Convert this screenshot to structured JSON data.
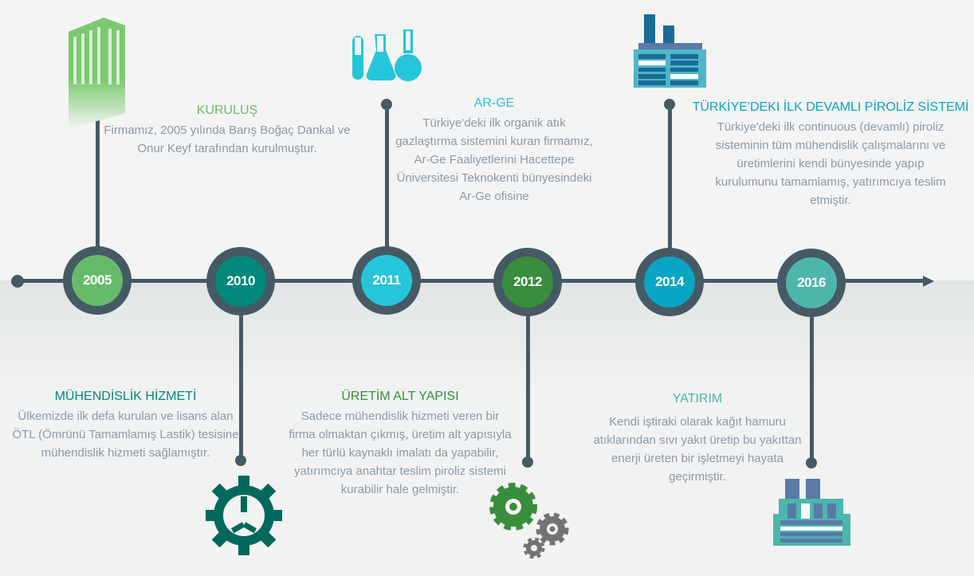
{
  "milestones": [
    {
      "year": "2005",
      "color": "#66bb6a",
      "title": "KURULUŞ",
      "title_color": "#66bb6a",
      "text": "Firmamız, 2005 yılında Barış Boğaç Dankal ve Onur Keyf tarafından kurulmuştur.",
      "icon": "building-icon"
    },
    {
      "year": "2010",
      "color": "#00897b",
      "title": "MÜHENDİSLİK HİZMETİ",
      "title_color": "#00897b",
      "text": "Ülkemizde ilk defa kurulan ve lisans alan ÖTL (Ömrünü Tamamlamış Lastik) tesisine mühendislik hizmeti sağlamıştır.",
      "icon": "gear-wrench-icon"
    },
    {
      "year": "2011",
      "color": "#26c6da",
      "title": "AR-GE",
      "title_color": "#26c6da",
      "text": "Türkiye'deki ilk organik atık gazlaştırma sistemini kuran firmamız, Ar-Ge Faaliyetlerini Hacettepe Üniversitesi Teknokenti bünyesindeki Ar-Ge ofisine",
      "icon": "lab-flasks-icon"
    },
    {
      "year": "2012",
      "color": "#388e3c",
      "title": "ÜRETİM ALT YAPISI",
      "title_color": "#388e3c",
      "text": "Sadece mühendislik hizmeti veren bir firma olmaktan çıkmış, üretim alt yapısıyla her türlü kaynaklı imalatı da yapabilir, yatırımcıya anahtar teslim piroliz sistemi kurabilir hale gelmiştir.",
      "icon": "gears-icon"
    },
    {
      "year": "2014",
      "color": "#0aa5c4",
      "title": "TÜRKİYE'DEKI İLK DEVAMLI PİROLİZ SİSTEMİ",
      "title_color": "#0aa5c4",
      "text": "Türkiye'deki ilk continuous (devamlı) piroliz sisteminin tüm mühendislik çalışmalarını ve üretimlerini kendi bünyesinde yapıp kurulumunu tamamlamış, yatırımcıya teslim etmiştir.",
      "icon": "factory-icon"
    },
    {
      "year": "2016",
      "color": "#4db6ac",
      "title": "YATIRIM",
      "title_color": "#4db6ac",
      "text": "Kendi iştiraki olarak kağıt hamuru atıklarından sıvı yakıt üretip bu yakıttan enerji üreten bir işletmeyi hayata geçirmiştir.",
      "icon": "power-plant-icon"
    }
  ]
}
